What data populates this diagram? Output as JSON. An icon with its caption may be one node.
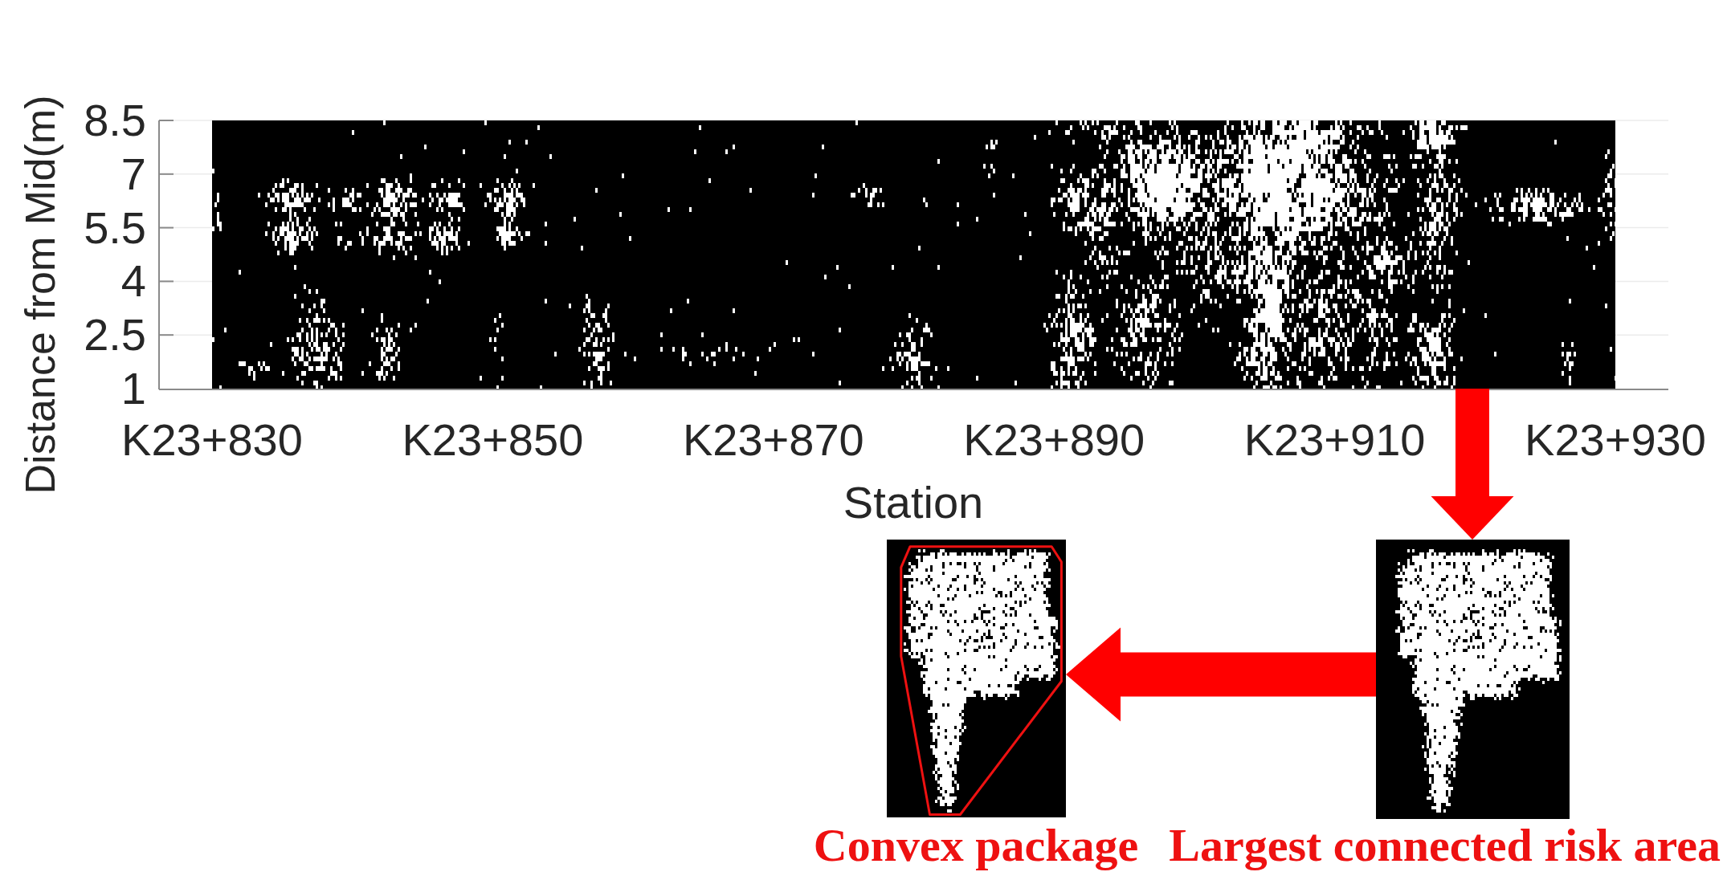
{
  "diagram": {
    "nodes": [
      {
        "text": [],
        "shape": "picture"
      },
      {
        "text": [],
        "shape": "picture",
        "beside": [
          "Convex package"
        ]
      },
      {
        "text": [],
        "shape": "picture",
        "beside": [
          "Largest connected risk area"
        ]
      }
    ],
    "edges": [
      {
        "from": 0,
        "to": 2,
        "arrow": "to"
      },
      {
        "from": 2,
        "to": 1,
        "arrow": "to"
      }
    ],
    "labels": [
      "Distance from Mid(m)",
      "8.5",
      "7",
      "5.5",
      "4",
      "2.5",
      "1",
      "K23+830",
      "K23+850",
      "K23+870",
      "K23+890",
      "K23+910",
      "K23+930",
      "Station"
    ]
  }
}
